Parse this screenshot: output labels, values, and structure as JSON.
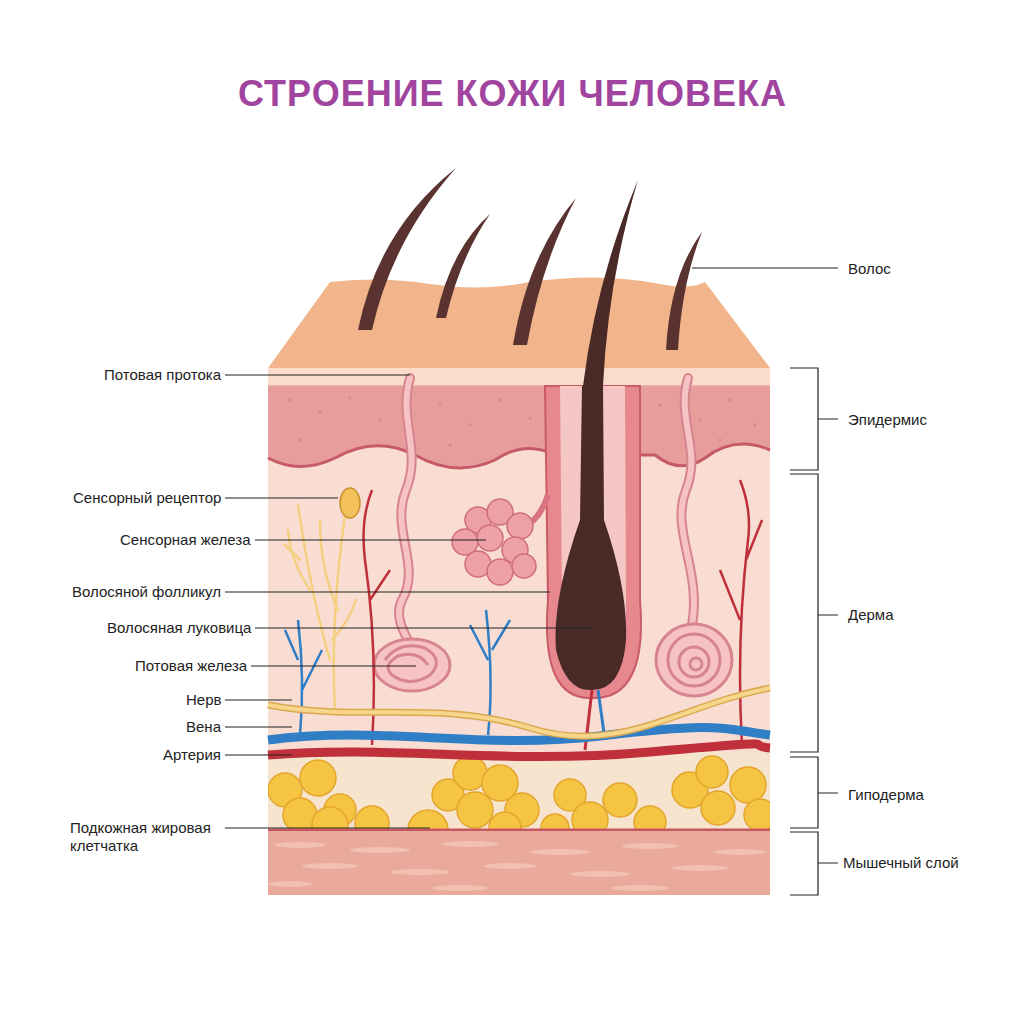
{
  "diagram": {
    "title": "СТРОЕНИЕ КОЖИ ЧЕЛОВЕКА",
    "labels": [
      "Волос",
      "Потовая протока",
      "Эпидермис",
      "Сенсорный рецептор",
      "Сенсорная железа",
      "Волосяной фолликул",
      "Дерма",
      "Волосяная луковица",
      "Потовая железа",
      "Нерв",
      "Вена",
      "Артерия",
      "Гиподерма",
      "Подкожная жировая клетчатка",
      "Мышечный слой"
    ]
  }
}
